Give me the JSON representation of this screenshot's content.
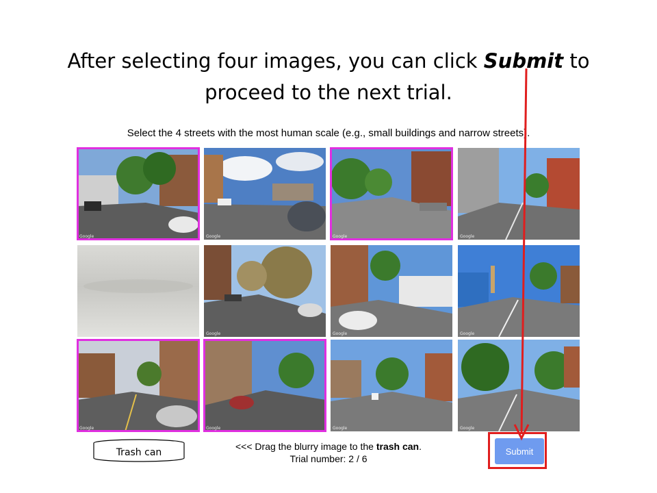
{
  "headline": {
    "line1_prefix": "After selecting four images, you can click ",
    "line1_bold": "Submit",
    "line1_suffix": " to",
    "line2": "proceed to the next trial."
  },
  "instruction": "Select the 4 streets with the most human scale (e.g., small buildings and narrow streets).",
  "images": [
    {
      "row": 1,
      "col": 1,
      "selected": true,
      "watermark": "Google"
    },
    {
      "row": 1,
      "col": 2,
      "selected": false,
      "watermark": "Google"
    },
    {
      "row": 1,
      "col": 3,
      "selected": true,
      "watermark": "Google"
    },
    {
      "row": 1,
      "col": 4,
      "selected": false,
      "watermark": "Google"
    },
    {
      "row": 2,
      "col": 1,
      "selected": false,
      "watermark": ""
    },
    {
      "row": 2,
      "col": 2,
      "selected": false,
      "watermark": "Google"
    },
    {
      "row": 2,
      "col": 3,
      "selected": false,
      "watermark": "Google"
    },
    {
      "row": 2,
      "col": 4,
      "selected": false,
      "watermark": "Google"
    },
    {
      "row": 3,
      "col": 1,
      "selected": true,
      "watermark": "Google"
    },
    {
      "row": 3,
      "col": 2,
      "selected": true,
      "watermark": "Google"
    },
    {
      "row": 3,
      "col": 3,
      "selected": false,
      "watermark": "Google"
    },
    {
      "row": 3,
      "col": 4,
      "selected": false,
      "watermark": "Google"
    }
  ],
  "trash_can": {
    "label": "Trash can"
  },
  "drag_hint": {
    "prefix": "<<< Drag the blurry image to the ",
    "bold": "trash can",
    "suffix": ".",
    "trial_label": "Trial number: 2 / 6"
  },
  "submit": {
    "label": "Submit"
  },
  "colors": {
    "selection": "#e02fe0",
    "annotation": "#e01e1e",
    "submit_button": "#6f9bef"
  }
}
